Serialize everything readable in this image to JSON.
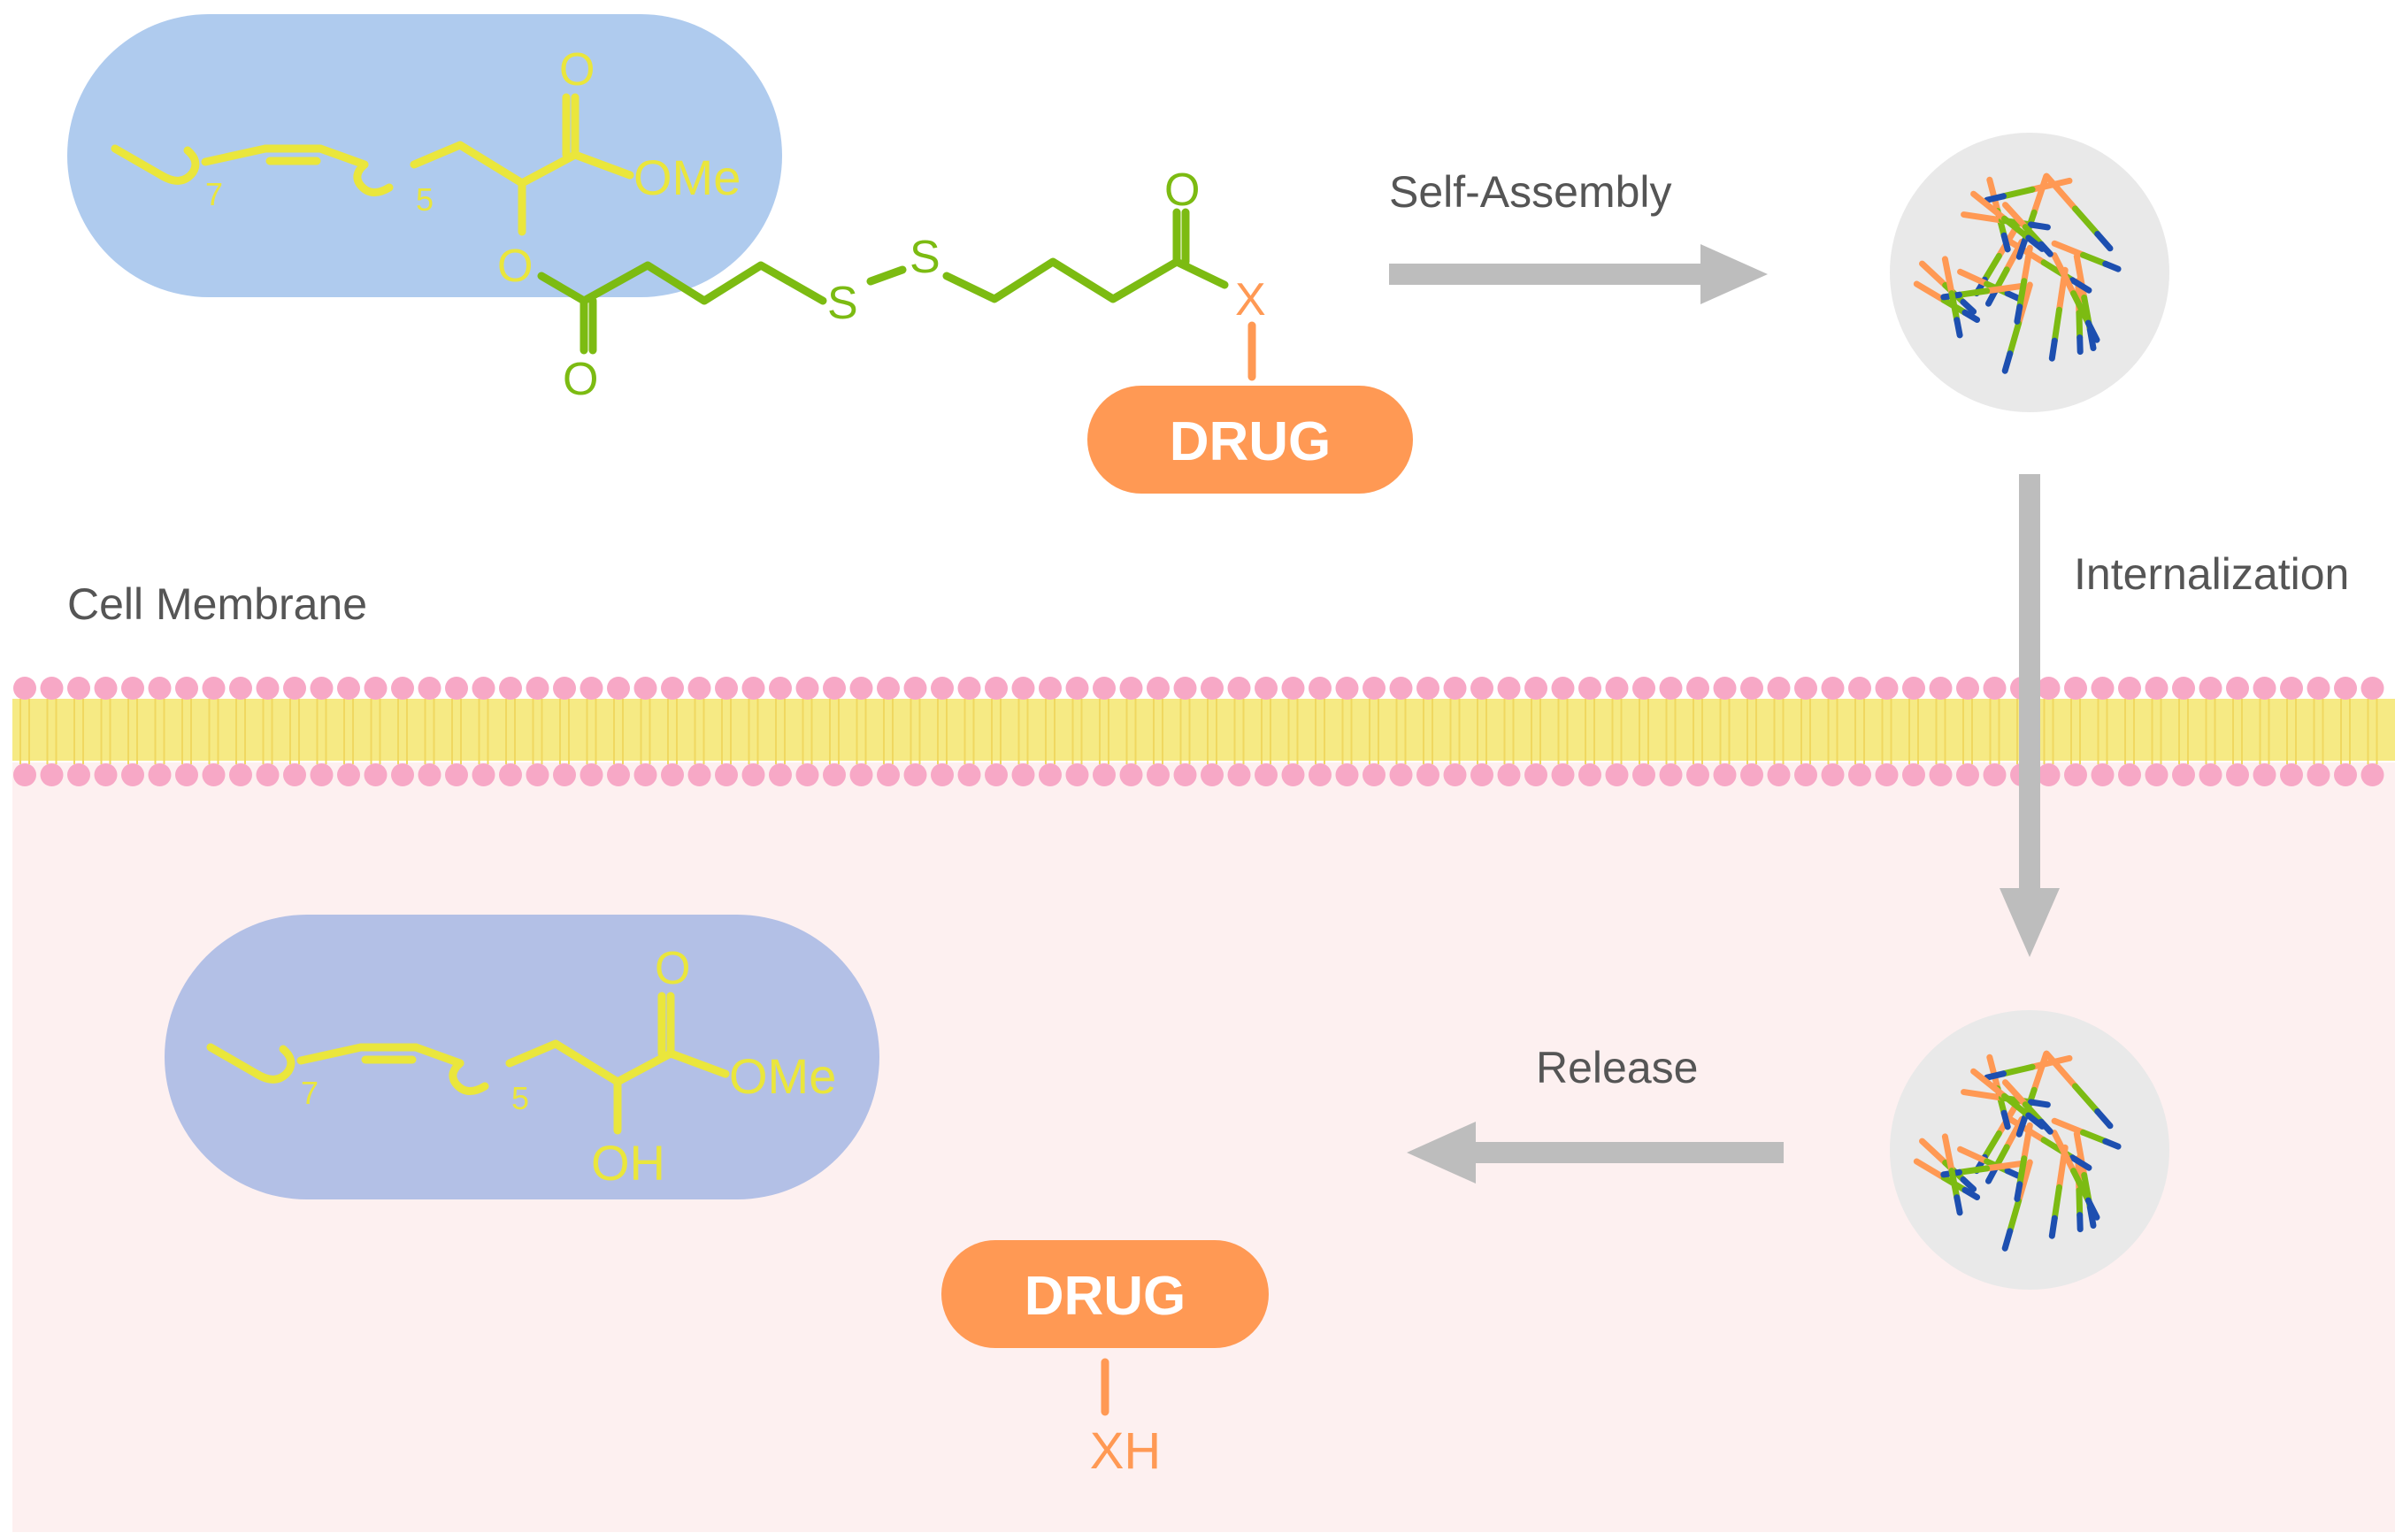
{
  "labels": {
    "self_assembly": "Self-Assembly",
    "internalization": "Internalization",
    "cell_membrane": "Cell Membrane",
    "release": "Release"
  },
  "prodrug": {
    "atom_o_carbonyl": "O",
    "atom_ome": "OMe",
    "atom_o_ester": "O",
    "atom_o_linker": "O",
    "atom_s1": "S",
    "atom_s2": "S",
    "atom_o_acyl": "O",
    "atom_x": "X",
    "sub_7": "7",
    "sub_5": "5",
    "drug_label": "DRUG"
  },
  "released_lipid": {
    "atom_o_carbonyl": "O",
    "atom_ome": "OMe",
    "atom_oh": "OH",
    "sub_7": "7",
    "sub_5": "5"
  },
  "released_drug": {
    "drug_label": "DRUG",
    "group_label": "XH"
  },
  "colors": {
    "lipid_blob": "#afcbee",
    "lipid_blob_inside": "#b3c0e6",
    "lipid_yellow": "#eae63c",
    "linker_green": "#7cbb12",
    "drug_orange": "#ff9954",
    "arrow_gray": "#bdbdbd",
    "membrane_head": "#f7a8c6",
    "membrane_tail": "#f6ea84",
    "cytoplasm": "#fdf0f0",
    "nanoparticle_bg": "#e9e9e9",
    "nano_blue": "#1d4fb0",
    "text_gray": "#555555"
  }
}
